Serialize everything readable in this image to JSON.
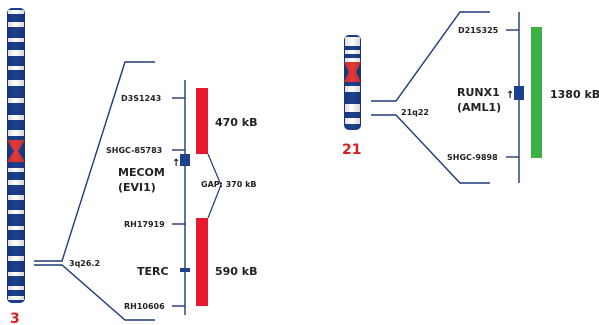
{
  "colors": {
    "line": "#1f3a7a",
    "chromosome_band": "#1c3f8f",
    "chromosome_light": "#ffffff",
    "centromere": "#e53838",
    "chromosome_label": "#d41f1f",
    "red_region": "#e8192c",
    "green_region": "#3cb042",
    "gene_marker": "#1c3f8f"
  },
  "chromosome3": {
    "number": "3",
    "band": "3q26.2",
    "markers": {
      "m1": "D3S1243",
      "m2": "SHGC-85783",
      "m3": "RH17919",
      "m4": "RH10606"
    },
    "genes": {
      "mecom_line1": "MECOM",
      "mecom_line2": "(EVI1)",
      "terc": "TERC"
    },
    "sizes": {
      "upper": "470 kB",
      "lower": "590 kB"
    },
    "gap": "GAP: 370 kB"
  },
  "chromosome21": {
    "number": "21",
    "band": "21q22",
    "markers": {
      "m1": "D21S325",
      "m2": "SHGC-9898"
    },
    "genes": {
      "runx1_line1": "RUNX1",
      "runx1_line2": "(AML1)"
    },
    "sizes": {
      "region": "1380 kB"
    }
  },
  "icons": {
    "orientation_arrow": "↑"
  }
}
